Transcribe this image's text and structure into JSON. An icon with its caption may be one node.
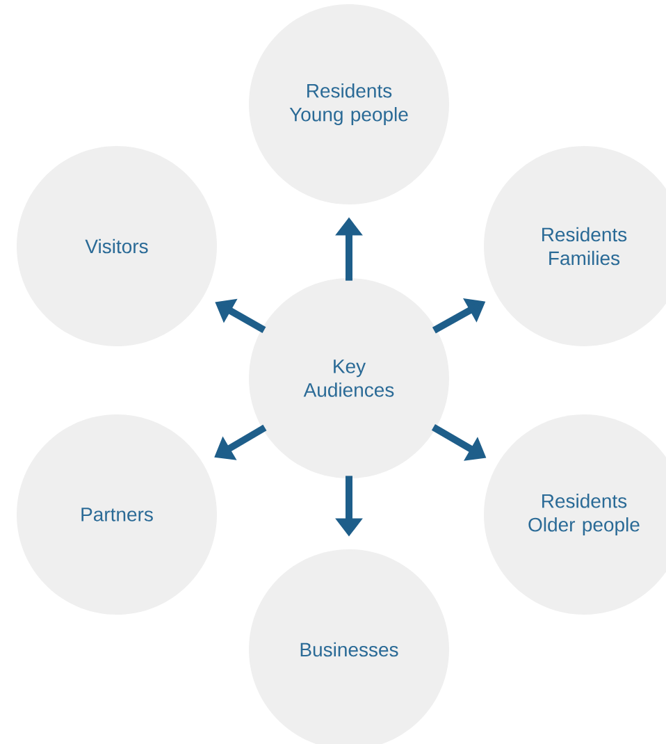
{
  "diagram": {
    "nodes": [
      {
        "text": [
          "Residents Young people"
        ]
      },
      {
        "text": [
          "Visitors"
        ]
      },
      {
        "text": [
          "Residents Families"
        ]
      },
      {
        "text": [
          "Key Audiences"
        ]
      },
      {
        "text": [
          "Partners"
        ]
      },
      {
        "text": [
          "Residents Older people"
        ]
      },
      {
        "text": [
          "Businesses"
        ]
      }
    ],
    "edges": [
      {
        "from": 3,
        "to": 0,
        "arrow": "to"
      },
      {
        "from": 3,
        "to": 1,
        "arrow": "to"
      },
      {
        "from": 3,
        "to": 2,
        "arrow": "to"
      },
      {
        "from": 3,
        "to": 4,
        "arrow": "to"
      },
      {
        "from": 3,
        "to": 5,
        "arrow": "to"
      },
      {
        "from": 3,
        "to": 6,
        "arrow": "to"
      }
    ]
  }
}
